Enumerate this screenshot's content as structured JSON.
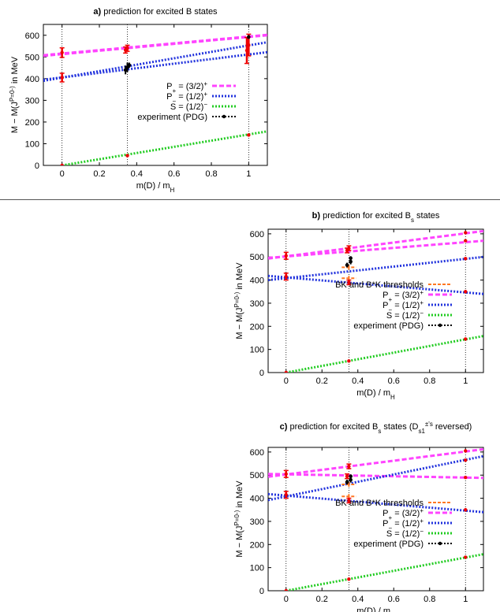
{
  "chart_data": [
    {
      "type": "line",
      "panel": "a)",
      "title": "prediction for excited B states",
      "xlabel": "m(D) / m_H",
      "ylabel": "M − M(J^P=0^-) in MeV",
      "xlim": [
        -0.1,
        1.1
      ],
      "ylim": [
        0,
        650
      ],
      "xticks": [
        0,
        0.2,
        0.4,
        0.6,
        0.8,
        1
      ],
      "yticks": [
        0,
        100,
        200,
        300,
        400,
        500,
        600
      ],
      "vlines": [
        0,
        0.35,
        1
      ],
      "legend_position": "center-right",
      "series": [
        {
          "name": "P_+ = (3/2)^+",
          "color": "#ff44ff",
          "dash": "6,3",
          "lines": [
            [
              [
                -0.1,
                508
              ],
              [
                1.1,
                602
              ]
            ],
            [
              [
                -0.1,
                505
              ],
              [
                1.1,
                600
              ]
            ]
          ]
        },
        {
          "name": "P_− = (1/2)^+",
          "color": "#2233dd",
          "dash": "2,2",
          "lines": [
            [
              [
                -0.1,
                390
              ],
              [
                1.1,
                568
              ]
            ],
            [
              [
                -0.1,
                395
              ],
              [
                1.1,
                522
              ]
            ]
          ]
        },
        {
          "name": "S = (1/2)^−",
          "color": "#22cc22",
          "dash": "2,2",
          "lines": [
            [
              [
                0,
                0
              ],
              [
                1.1,
                157
              ]
            ]
          ]
        }
      ],
      "experiment_name": "experiment (PDG)",
      "experiment": [
        {
          "x": 0.34,
          "y": 440,
          "err": 20
        },
        {
          "x": 0.35,
          "y": 452,
          "err": 22
        },
        {
          "x": 0.36,
          "y": 462,
          "err": 12
        },
        {
          "x": 1.0,
          "y": 592,
          "err": 8
        }
      ],
      "lattice_points": [
        {
          "x": 0,
          "y": 520,
          "err": 22
        },
        {
          "x": 0,
          "y": 405,
          "err": 20
        },
        {
          "x": 0,
          "y": 0,
          "err": 0
        },
        {
          "x": 0.34,
          "y": 532,
          "err": 14
        },
        {
          "x": 0.35,
          "y": 540,
          "err": 14
        },
        {
          "x": 0.35,
          "y": 45,
          "err": 0
        },
        {
          "x": 0.99,
          "y": 530,
          "err": 60
        },
        {
          "x": 1.0,
          "y": 555,
          "err": 50
        },
        {
          "x": 1.0,
          "y": 140,
          "err": 0
        }
      ]
    },
    {
      "type": "line",
      "panel": "b)",
      "title": "prediction for excited B_s states",
      "xlabel": "m(D) / m_H",
      "ylabel": "M − M(J^P=0^-) in MeV",
      "xlim": [
        -0.1,
        1.1
      ],
      "ylim": [
        0,
        620
      ],
      "xticks": [
        0,
        0.2,
        0.4,
        0.6,
        0.8,
        1
      ],
      "yticks": [
        0,
        100,
        200,
        300,
        400,
        500,
        600
      ],
      "vlines": [
        0,
        0.35,
        1
      ],
      "legend_position": "center-right",
      "thresholds_name": "BK and B*K thresholds",
      "thresholds": [
        {
          "x": 0.35,
          "y": 408,
          "xerr": 0.04
        },
        {
          "x": 0.35,
          "y": 455,
          "xerr": 0.04
        }
      ],
      "series": [
        {
          "name": "P_+ = (3/2)^+",
          "color": "#ff44ff",
          "dash": "6,3",
          "lines": [
            [
              [
                -0.1,
                493
              ],
              [
                1.1,
                612
              ]
            ],
            [
              [
                -0.1,
                496
              ],
              [
                1.1,
                570
              ]
            ]
          ]
        },
        {
          "name": "P_− = (1/2)^+",
          "color": "#2233dd",
          "dash": "2,2",
          "lines": [
            [
              [
                -0.1,
                418
              ],
              [
                1.1,
                340
              ]
            ],
            [
              [
                -0.1,
                400
              ],
              [
                1.1,
                500
              ]
            ]
          ]
        },
        {
          "name": "S = (1/2)^−",
          "color": "#22cc22",
          "dash": "2,2",
          "lines": [
            [
              [
                0,
                0
              ],
              [
                1.1,
                158
              ]
            ]
          ]
        }
      ],
      "experiment_name": "experiment (PDG)",
      "experiment": [
        {
          "x": 0.34,
          "y": 465,
          "err": 10
        },
        {
          "x": 0.36,
          "y": 480,
          "err": 12
        },
        {
          "x": 0.36,
          "y": 495,
          "err": 8
        }
      ],
      "lattice_points": [
        {
          "x": 0,
          "y": 505,
          "err": 15
        },
        {
          "x": 0,
          "y": 415,
          "err": 15
        },
        {
          "x": 0,
          "y": 0,
          "err": 0
        },
        {
          "x": 0.34,
          "y": 528,
          "err": 10
        },
        {
          "x": 0.35,
          "y": 538,
          "err": 10
        },
        {
          "x": 0.35,
          "y": 390,
          "err": 10
        },
        {
          "x": 0.35,
          "y": 50,
          "err": 0
        },
        {
          "x": 1,
          "y": 605,
          "err": 0
        },
        {
          "x": 1,
          "y": 570,
          "err": 0
        },
        {
          "x": 1,
          "y": 493,
          "err": 0
        },
        {
          "x": 1,
          "y": 350,
          "err": 0
        },
        {
          "x": 1,
          "y": 145,
          "err": 0
        }
      ]
    },
    {
      "type": "line",
      "panel": "c)",
      "title": "prediction for excited B_s states (D_s1^±'s reversed)",
      "xlabel": "m(D) / m_H",
      "ylabel": "M − M(J^P=0^-) in MeV",
      "xlim": [
        -0.1,
        1.1
      ],
      "ylim": [
        0,
        620
      ],
      "xticks": [
        0,
        0.2,
        0.4,
        0.6,
        0.8,
        1
      ],
      "yticks": [
        0,
        100,
        200,
        300,
        400,
        500,
        600
      ],
      "vlines": [
        0,
        0.35,
        1
      ],
      "legend_position": "center-right",
      "thresholds_name": "BK and B*K thresholds",
      "thresholds": [
        {
          "x": 0.35,
          "y": 408,
          "xerr": 0.04
        },
        {
          "x": 0.35,
          "y": 460,
          "xerr": 0.04
        }
      ],
      "series": [
        {
          "name": "P_+ = (3/2)^+",
          "color": "#ff44ff",
          "dash": "6,3",
          "lines": [
            [
              [
                -0.1,
                493
              ],
              [
                1.1,
                612
              ]
            ],
            [
              [
                -0.1,
                505
              ],
              [
                1.1,
                488
              ]
            ]
          ]
        },
        {
          "name": "P_− = (1/2)^+",
          "color": "#2233dd",
          "dash": "2,2",
          "lines": [
            [
              [
                -0.1,
                418
              ],
              [
                1.1,
                340
              ]
            ],
            [
              [
                -0.1,
                392
              ],
              [
                1.1,
                582
              ]
            ]
          ]
        },
        {
          "name": "S = (1/2)^−",
          "color": "#22cc22",
          "dash": "2,2",
          "lines": [
            [
              [
                0,
                0
              ],
              [
                1.1,
                158
              ]
            ]
          ]
        }
      ],
      "experiment_name": "experiment (PDG)",
      "experiment": [
        {
          "x": 0.34,
          "y": 470,
          "err": 10
        },
        {
          "x": 0.36,
          "y": 480,
          "err": 12
        },
        {
          "x": 0.36,
          "y": 495,
          "err": 8
        }
      ],
      "lattice_points": [
        {
          "x": 0,
          "y": 505,
          "err": 15
        },
        {
          "x": 0,
          "y": 415,
          "err": 15
        },
        {
          "x": 0,
          "y": 0,
          "err": 0
        },
        {
          "x": 0.34,
          "y": 495,
          "err": 10
        },
        {
          "x": 0.35,
          "y": 538,
          "err": 10
        },
        {
          "x": 0.35,
          "y": 390,
          "err": 10
        },
        {
          "x": 0.35,
          "y": 50,
          "err": 0
        },
        {
          "x": 1,
          "y": 605,
          "err": 0
        },
        {
          "x": 1,
          "y": 565,
          "err": 0
        },
        {
          "x": 1,
          "y": 490,
          "err": 0
        },
        {
          "x": 1,
          "y": 350,
          "err": 0
        },
        {
          "x": 1,
          "y": 145,
          "err": 0
        }
      ]
    }
  ]
}
